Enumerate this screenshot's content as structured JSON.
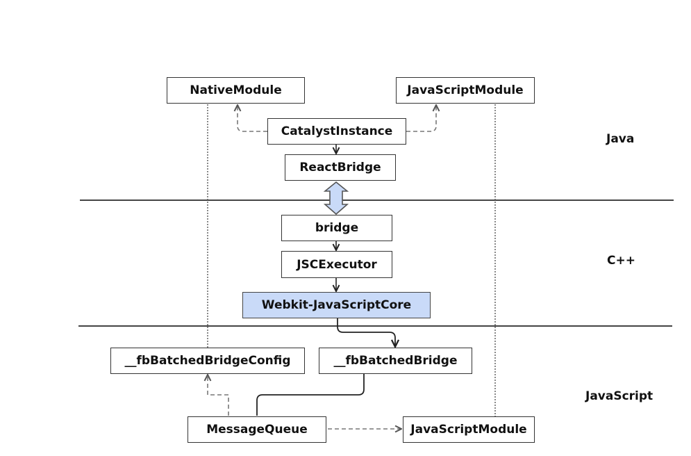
{
  "layers": {
    "java": "Java",
    "cpp": "C++",
    "javascript": "JavaScript"
  },
  "boxes": {
    "native_module": "NativeModule",
    "javascript_module_top": "JavaScriptModule",
    "catalyst_instance": "CatalystInstance",
    "react_bridge": "ReactBridge",
    "bridge": "bridge",
    "jsc_executor": "JSCExecutor",
    "webkit_jsc": "Webkit-JavaScriptCore",
    "fb_batched_bridge_config": "__fbBatchedBridgeConfig",
    "fb_batched_bridge": "__fbBatchedBridge",
    "message_queue": "MessageQueue",
    "javascript_module_bottom": "JavaScriptModule"
  },
  "colors": {
    "highlight": "#c9daf8",
    "line": "#333333",
    "dashed": "#777777",
    "separator": "#444444"
  }
}
